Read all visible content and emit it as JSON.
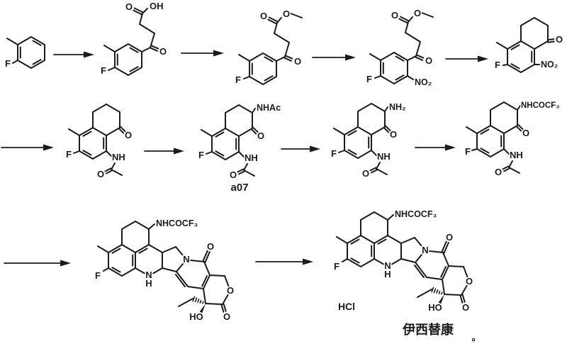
{
  "colors": {
    "ink": "#1b1b1b",
    "background": "#ffffff"
  },
  "atoms": {
    "F": "F",
    "O": "O",
    "OH": "OH",
    "HO": "HO",
    "N": "N",
    "H": "H",
    "NH": "NH",
    "NH2": "NH₂",
    "NHAc": "NHAc",
    "NO2": "NO₂",
    "NHCOCF3": "NHCOCF₃"
  },
  "captions": {
    "intermediate_code": "a07",
    "salt": "HCl",
    "product_name": "伊西替康",
    "period": "。"
  }
}
